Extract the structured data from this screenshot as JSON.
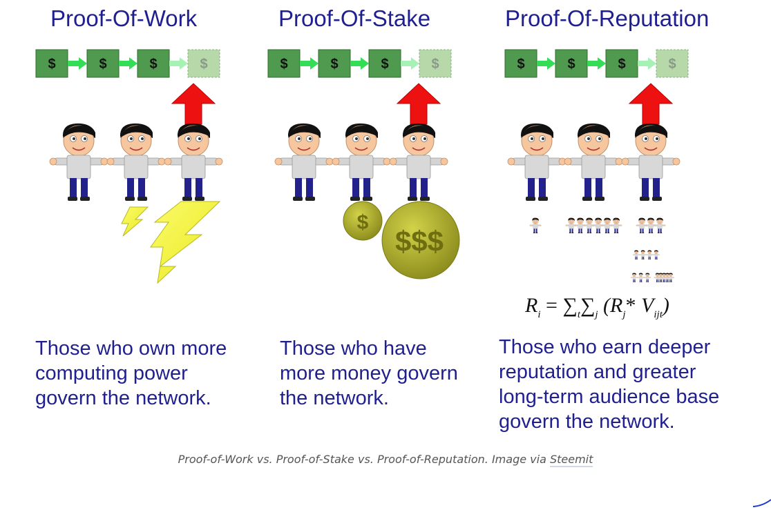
{
  "panels": [
    {
      "title": "Proof-Of-Work",
      "description_lines": [
        "Those who own more",
        "computing power",
        "govern the network."
      ],
      "block_symbol": "$"
    },
    {
      "title": "Proof-Of-Stake",
      "description_lines": [
        "Those who have",
        "more money govern",
        "the network."
      ],
      "block_symbol": "$",
      "stake_small_label": "$",
      "stake_large_label": "$$$"
    },
    {
      "title": "Proof-Of-Reputation",
      "description_lines": [
        "Those who earn deeper",
        "reputation and greater",
        "long-term audience base",
        "govern the network."
      ],
      "block_symbol": "$"
    }
  ],
  "formula": {
    "lhs": "R",
    "lhs_sub": "i",
    "sum1_sub": "t",
    "sum2_sub": "j",
    "r": "R",
    "r_sub": "j",
    "v": "V",
    "v_sub": "ijt"
  },
  "caption": {
    "text": "Proof-of-Work vs. Proof-of-Stake vs. Proof-of-Reputation. Image via ",
    "link": "Steemit"
  },
  "colors": {
    "title_text": "#1f1f8f",
    "block": "#4f9a4f",
    "pending_block": "#b7d8a8",
    "chain_arrow": "#33dd55",
    "selection_arrow": "#ee1111",
    "lightning": "#f2f23a",
    "coin": "#a8a828"
  }
}
